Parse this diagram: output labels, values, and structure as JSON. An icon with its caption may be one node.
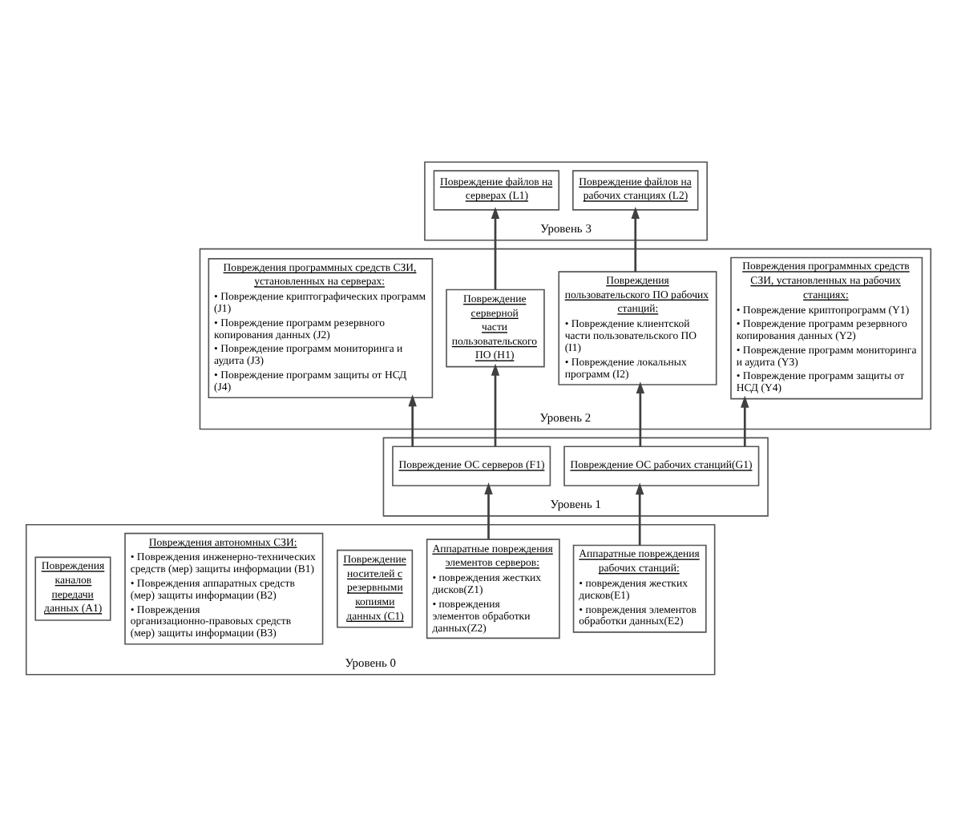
{
  "diagram": {
    "nodes": [
      {
        "text": [
          "Уровень 3"
        ]
      },
      {
        "text": [
          "Повреждение файлов на серверах (L1)"
        ],
        "in": 0
      },
      {
        "text": [
          "Повреждение файлов на рабочих станциях (L2)"
        ],
        "in": 0
      },
      {
        "text": [
          "Уровень 2"
        ]
      },
      {
        "text": [
          "Повреждение серверной части пользовательского ПО (H1)"
        ],
        "in": 3
      },
      {
        "text": [
          "Повреждения пользовательского ПО рабочих станций:",
          "• Повреждение клиентской части пользовательского ПО (I1)",
          "• Повреждение локальных программ (I2)"
        ],
        "in": 3
      },
      {
        "text": [
          "Повреждения программных средств СЗИ, установленных на серверах:",
          "• Повреждение криптографических программ (J1)",
          "• Повреждение программ резервного копирования данных (J2)",
          "• Повреждение программ мониторинга и аудита (J3)",
          "• Повреждение программ защиты от НСД (J4)"
        ],
        "in": 3
      },
      {
        "text": [
          "Повреждения программных средств СЗИ, установленных на рабочих станциях:",
          "• Повреждение криптопрограмм (Y1)",
          "• Повреждение программ резервного копирования данных (Y2)",
          "• Повреждение программ мониторинга и аудита (Y3)",
          "• Повреждение программ защиты от НСД (Y4)"
        ],
        "in": 3
      },
      {
        "text": [
          "Уровень 1"
        ]
      },
      {
        "text": [
          "Повреждение ОС серверов (F1)"
        ],
        "in": 8
      },
      {
        "text": [
          "Повреждение ОС рабочих станций(G1)"
        ],
        "in": 8
      },
      {
        "text": [
          "Уровень 0"
        ]
      },
      {
        "text": [
          "Повреждения каналов передачи данных (A1)"
        ],
        "in": 11
      },
      {
        "text": [
          "Повреждения автономных СЗИ:",
          "• Повреждения инженерно-технических средств (мер) защиты информации (B1)",
          "• Повреждения аппаратных средств (мер) защиты информации (B2)",
          "• Повреждения организационно-правовых средств (мер) защиты информации (B3)"
        ],
        "in": 11
      },
      {
        "text": [
          "Повреждение носителей с резервными копиями данных (C1)"
        ],
        "in": 11
      },
      {
        "text": [
          "Аппаратные повреждения элементов серверов:",
          "• повреждения жестких дисков(Z1)",
          "• повреждения элементов обработки данных(Z2)"
        ],
        "in": 11
      },
      {
        "text": [
          "Аппаратные повреждения рабочих станций:",
          "• повреждения жестких дисков(E1)",
          "• повреждения элементов обработки данных(E2)"
        ],
        "in": 11
      }
    ],
    "edges": [
      {
        "from": 4,
        "to": 1,
        "arrow": "to"
      },
      {
        "from": 5,
        "to": 2,
        "arrow": "to"
      },
      {
        "from": 9,
        "to": 4,
        "arrow": "to"
      },
      {
        "from": 9,
        "to": 6,
        "arrow": "to"
      },
      {
        "from": 10,
        "to": 5,
        "arrow": "to"
      },
      {
        "from": 10,
        "to": 7,
        "arrow": "to"
      },
      {
        "from": 15,
        "to": 9,
        "arrow": "to"
      },
      {
        "from": 16,
        "to": 10,
        "arrow": "to"
      }
    ]
  }
}
